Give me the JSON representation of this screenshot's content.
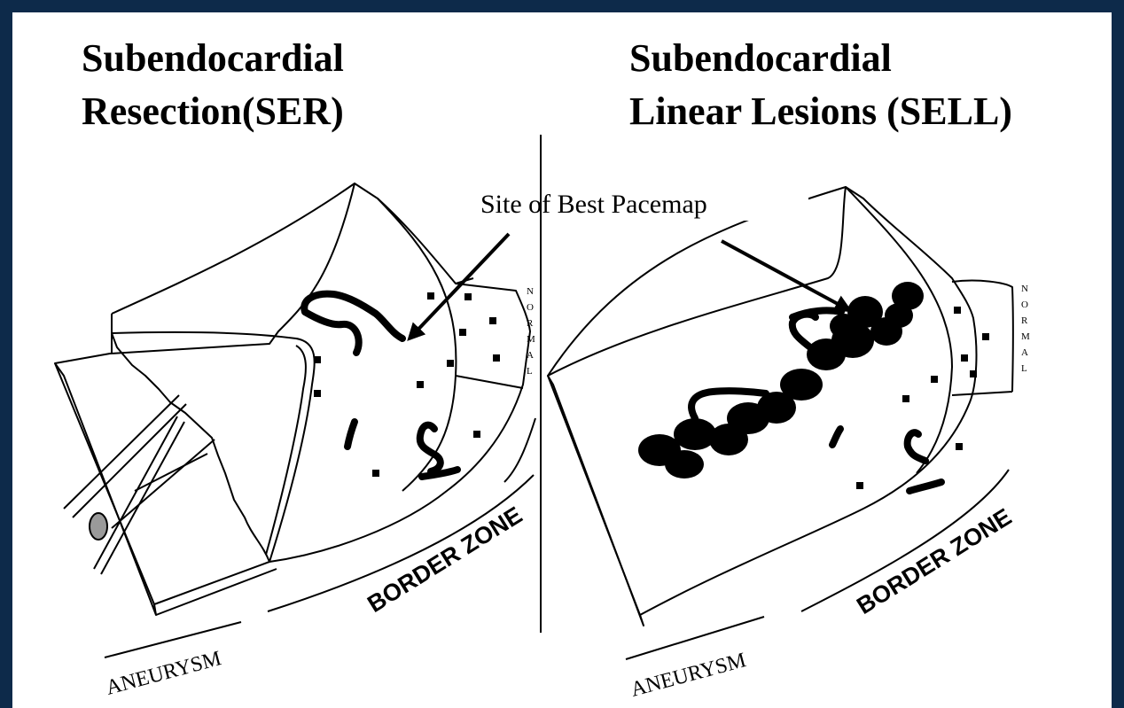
{
  "panels": {
    "left": {
      "title_line1": "Subendocardial",
      "title_line2": "Resection(SER)",
      "normal_letters": [
        "N",
        "O",
        "R",
        "M",
        "A",
        "L"
      ],
      "border_zone": "BORDER ZONE",
      "aneurysm": "ANEURYSM"
    },
    "right": {
      "title_line1": "Subendocardial",
      "title_line2": "Linear Lesions (SELL)",
      "normal_letters": [
        "N",
        "O",
        "R",
        "M",
        "A",
        "L"
      ],
      "border_zone": "BORDER ZONE",
      "aneurysm": "ANEURYSM"
    }
  },
  "annotation": {
    "pacemap_label": "Site of Best Pacemap"
  },
  "colors": {
    "background": "#0d2a4a",
    "slide": "#ffffff",
    "ink": "#000000",
    "probe_tip": "#9a9a9a"
  }
}
